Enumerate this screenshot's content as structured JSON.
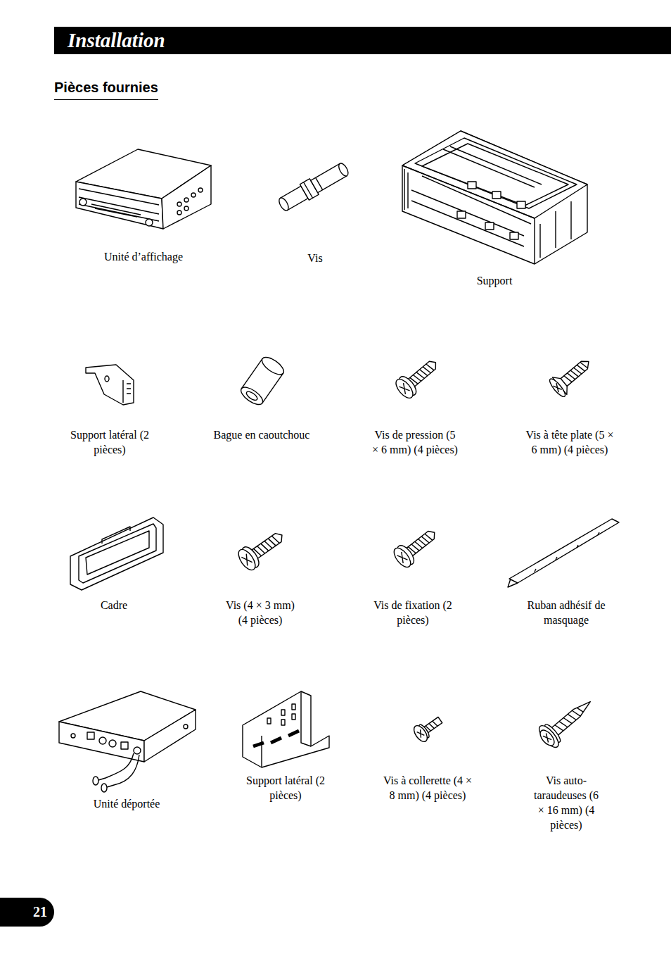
{
  "diagram": {
    "title": "Installation",
    "nodes": [
      {
        "text": [
          "21"
        ]
      }
    ],
    "labels": [
      "Pièces fournies",
      "Unité d’affichage",
      "Vis",
      "Support",
      "Support latéral (2 pièces)",
      "Bague en caoutchouc",
      "Vis de pression (5 × 6 mm) (4 pièces)",
      "Vis à tête plate (5 × 6 mm) (4 pièces)",
      "Cadre",
      "Vis (4 × 3 mm) (4 pièces)",
      "Vis de fixation (2 pièces)",
      "Ruban adhésif de masquage",
      "Unité déportée",
      "Support latéral (2 pièces)",
      "Vis à collerette (4 × 8 mm) (4 pièces)",
      "Vis auto- taraudeuses (6 × 16 mm) (4 pièces)"
    ]
  }
}
